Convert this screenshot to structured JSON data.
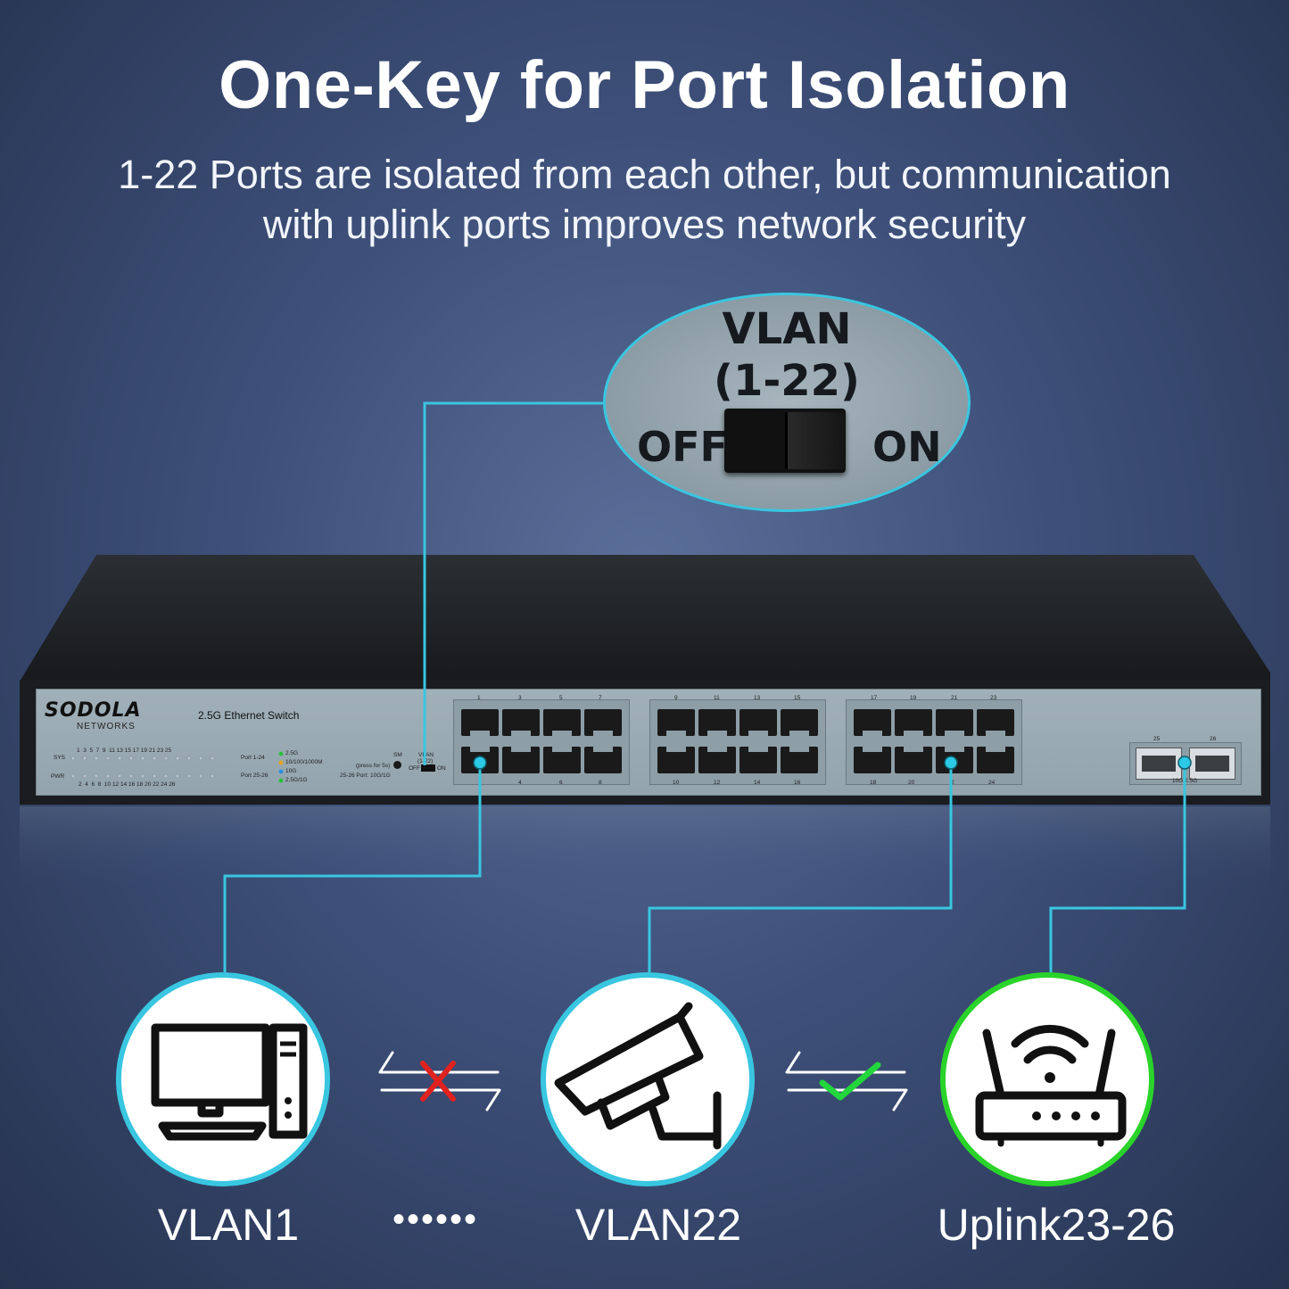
{
  "headline": "One-Key for Port Isolation",
  "subtitle_line1": "1-22 Ports are isolated from each other, but communication",
  "subtitle_line2": "with uplink ports improves network security",
  "callout": {
    "title_line1": "VLAN",
    "title_line2": "(1-22)",
    "off_label": "OFF",
    "on_label": "ON"
  },
  "switch": {
    "brand": "SODOLA",
    "brand_sub": "NETWORKS",
    "model": "2.5G Ethernet Switch",
    "sys_label": "SYS",
    "pwr_label": "PWR",
    "led_top_numbers": "1  3  5  7  9  11 13 15 17 19 21 23 25",
    "led_bottom_numbers": "2  4  6  8  10 12 14 16 18 20 22 24 26",
    "legend_port1_24": "Port 1-24",
    "legend_port25_26": "Port 25-26",
    "legend_25g": "2.5G",
    "legend_10_100_1000m": "10/100/1000M",
    "legend_10g": "10G",
    "legend_25g_1g": "2.5G/1G",
    "sm_label": "SM",
    "press_label": "(press for 5s)",
    "sfp_port_label": "25-26 Port: 10G/1G",
    "vlan_small": "VLAN",
    "vlan_small_range": "(1-22)",
    "off_small": "OFF",
    "on_small": "ON",
    "block1_top": [
      "1",
      "3",
      "5",
      "7"
    ],
    "block1_bottom": [
      "4",
      "6",
      "8"
    ],
    "block2_top": [
      "9",
      "11",
      "13",
      "15"
    ],
    "block2_bottom": [
      "10",
      "12",
      "14",
      "16"
    ],
    "block3_top": [
      "17",
      "19",
      "21",
      "23"
    ],
    "block3_bottom": [
      "18",
      "20",
      "2",
      "24"
    ],
    "sfp_top": [
      "25",
      "26"
    ],
    "sfp_speed": "10G/2.5G"
  },
  "devices": {
    "left_label": "VLAN1",
    "middle_label": "VLAN22",
    "right_label": "Uplink23-26",
    "dots": "••••••"
  },
  "colors": {
    "accent_cyan": "#39c6e0",
    "uplink_green": "#2ad32a",
    "blocked_red": "#e0221e",
    "allowed_green": "#22d63c"
  },
  "icons": {
    "left": "desktop-computer-icon",
    "middle": "security-camera-icon",
    "right": "wifi-router-icon",
    "blocked": "blocked-arrows-icon",
    "allowed": "allowed-arrows-icon"
  }
}
